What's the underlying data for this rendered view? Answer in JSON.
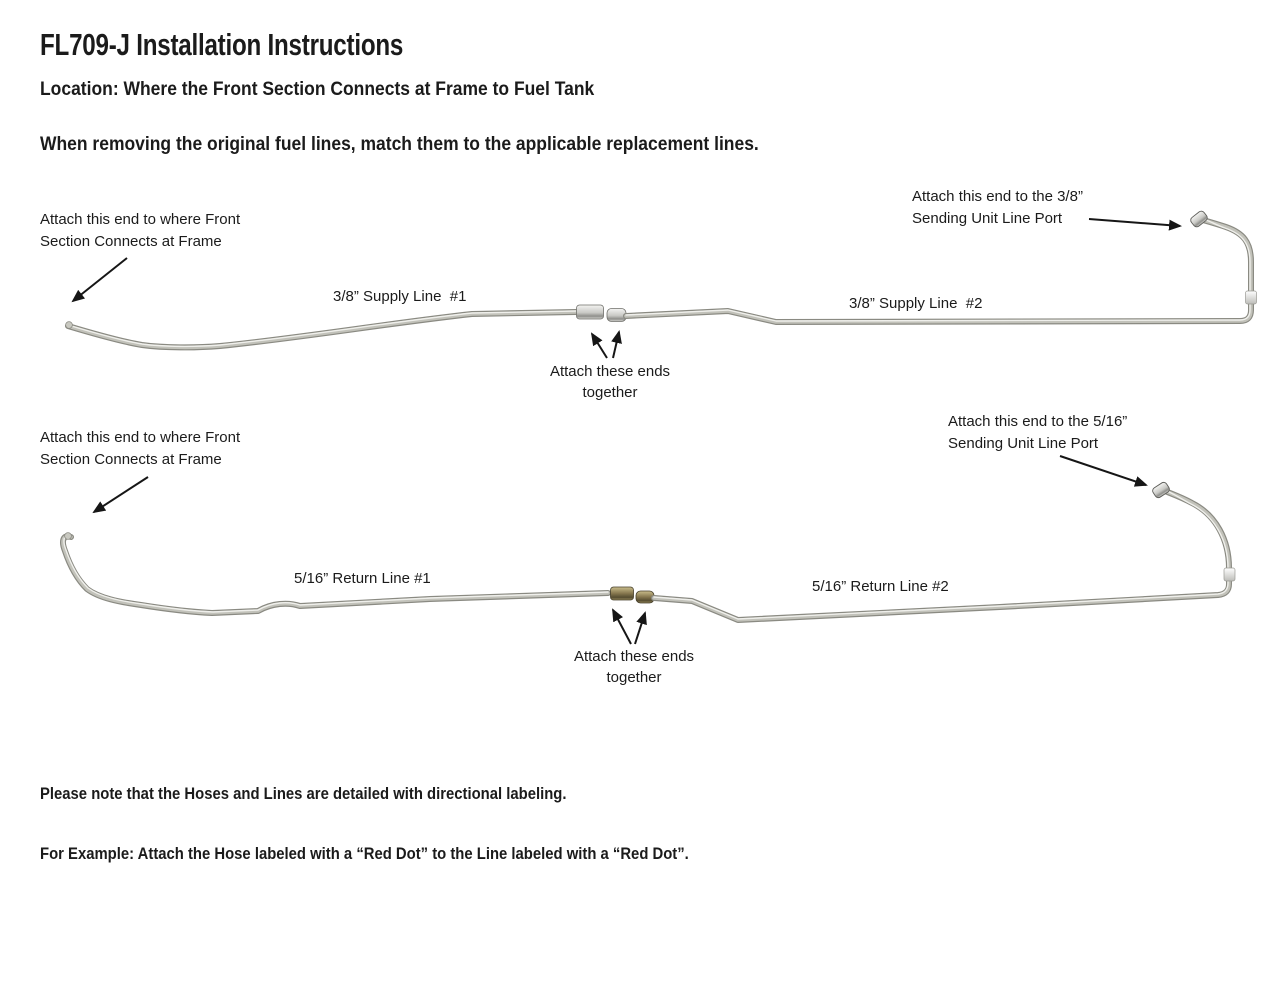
{
  "document": {
    "title": "FL709-J Installation Instructions",
    "location": "Location: Where the Front Section Connects at Frame to Fuel Tank",
    "instruction": "When removing the original fuel lines, match them to the applicable replacement lines.",
    "note_line1": "Please note that the Hoses and Lines are detailed with directional labeling.",
    "note_line2": "For Example: Attach the Hose labeled with a “Red Dot” to the Line labeled with a “Red Dot”."
  },
  "supply_section": {
    "frame_end_note": "Attach this end to where Front\nSection Connects at Frame",
    "line1_label": "3/8” Supply Line  #1",
    "line2_label": "3/8” Supply Line  #2",
    "join_note": "Attach these ends\ntogether",
    "sending_unit_note": "Attach this end to the 3/8”\nSending Unit Line Port"
  },
  "return_section": {
    "frame_end_note": "Attach this end to where Front\nSection Connects at Frame",
    "line1_label": "5/16” Return Line #1",
    "line2_label": "5/16” Return Line #2",
    "join_note": "Attach these ends\ntogether",
    "sending_unit_note": "Attach this end to the 5/16”\nSending Unit Line Port"
  },
  "colors": {
    "background": "#ffffff",
    "text": "#1b1b1b",
    "tube_steel": "#c2c2ba",
    "fitting_silver": "#c9c9c5",
    "fitting_brass": "#85764e"
  }
}
